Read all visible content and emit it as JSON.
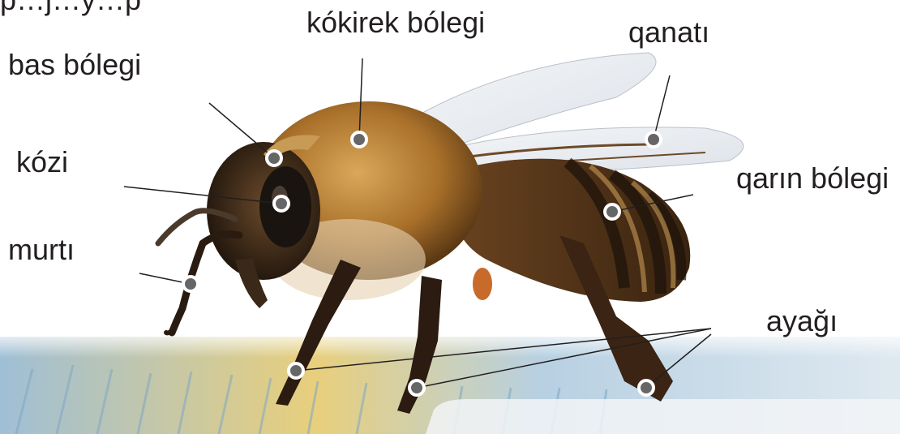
{
  "diagram": {
    "top_fragment": "p…j…y…p",
    "labels": {
      "thorax": "kókirek bólegi",
      "wing": "qanatı",
      "head": "bas bólegi",
      "eye": "kózi",
      "abdomen": "qarın bólegi",
      "antenna": "murtı",
      "leg": "ayağı"
    }
  },
  "colors": {
    "text": "#231f20",
    "leader_line": "#231f20",
    "marker_fill": "#666666",
    "marker_ring": "#ffffff",
    "bee_fur": "#b9802f",
    "bee_dark": "#2a1b10",
    "wing": "#e9edf2",
    "ground_blue": "#a9c8dd",
    "ground_yellow": "#e7c86a"
  }
}
